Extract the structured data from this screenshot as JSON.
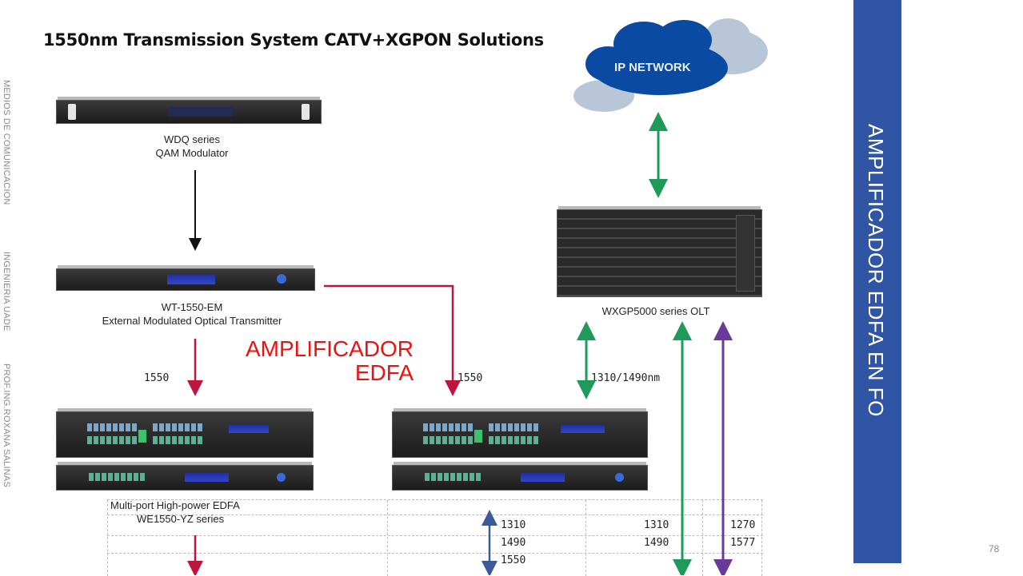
{
  "slide": {
    "title": "1550nm Transmission System CATV+XGPON Solutions",
    "side_footer": [
      "MEDIOS DE COMUNICACION",
      "INGENIERIA  UADE",
      "PROF.ING.ROXANA SALINAS"
    ],
    "section_band": "AMPLIFICADOR EDFA EN FO",
    "page_number": "78",
    "colors": {
      "band": "#2f55a4",
      "highlight_red": "#ee1111",
      "arrow_red": "#c0143c",
      "arrow_green": "#1f9a5a",
      "arrow_purple": "#6a3a9a",
      "arrow_blue": "#3a5a9a",
      "cloud": "#0b4aa2"
    }
  },
  "devices": {
    "qam_modulator": {
      "line1": "WDQ series",
      "line2": "QAM Modulator"
    },
    "transmitter": {
      "line1": "WT-1550-EM",
      "line2": "External Modulated Optical Transmitter"
    },
    "edfa": {
      "line1": "Multi-port High-power EDFA",
      "line2": "WE1550-YZ series"
    },
    "olt": {
      "label": "WXGP5000 series OLT"
    },
    "cloud": {
      "label": "IP NETWORK"
    }
  },
  "annotations": {
    "amplifier_line1": "AMPLIFICADOR",
    "amplifier_line2": "EDFA",
    "wavelength_left": "1550",
    "wavelength_mid": "1550",
    "wavelength_olt": "1310/1490nm"
  },
  "wavelength_table": {
    "col_a": [
      "1310",
      "1490",
      "1550"
    ],
    "col_b": [
      "1310",
      "1490"
    ],
    "col_c": [
      "1270",
      "1577"
    ]
  }
}
